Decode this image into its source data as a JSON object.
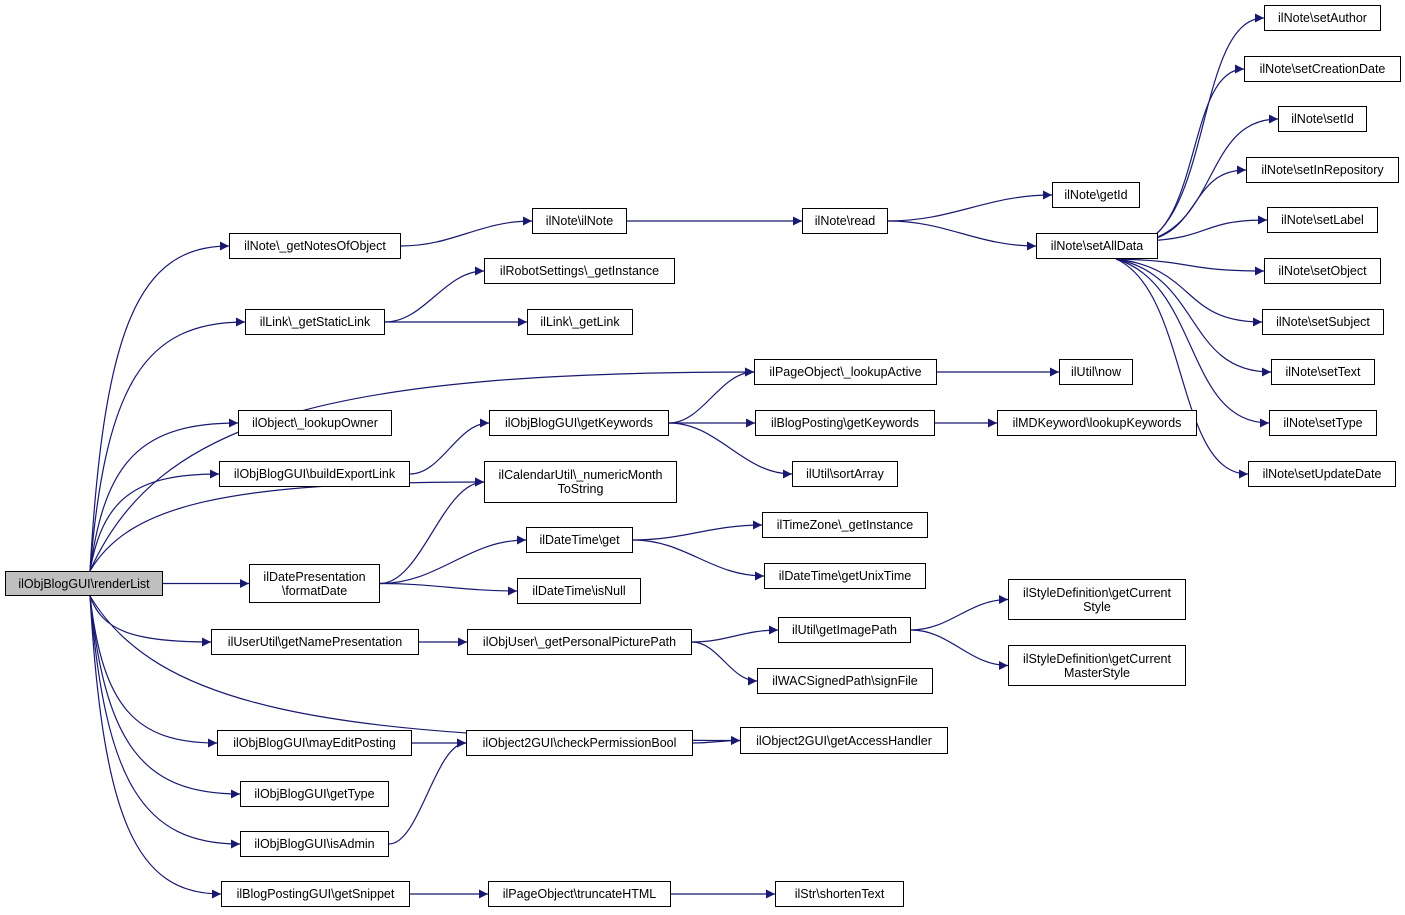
{
  "colors": {
    "edge": "#191970",
    "node_border": "#000000",
    "node_fill": "#ffffff",
    "root_fill": "#bfbfbf"
  },
  "nodes": {
    "root": [
      "ilObjBlogGUI\\renderList"
    ],
    "getNotesOfObject": [
      "ilNote\\_getNotesOfObject"
    ],
    "ilNote_ctor": [
      "ilNote\\ilNote"
    ],
    "ilNote_read": [
      "ilNote\\read"
    ],
    "ilNote_getId": [
      "ilNote\\getId"
    ],
    "setAllData": [
      "ilNote\\setAllData"
    ],
    "setAuthor": [
      "ilNote\\setAuthor"
    ],
    "setCreationDate": [
      "ilNote\\setCreationDate"
    ],
    "setId": [
      "ilNote\\setId"
    ],
    "setInRepository": [
      "ilNote\\setInRepository"
    ],
    "setLabel": [
      "ilNote\\setLabel"
    ],
    "setObject": [
      "ilNote\\setObject"
    ],
    "setSubject": [
      "ilNote\\setSubject"
    ],
    "setText": [
      "ilNote\\setText"
    ],
    "setType": [
      "ilNote\\setType"
    ],
    "setUpdateDate": [
      "ilNote\\setUpdateDate"
    ],
    "robotGetInstance": [
      "ilRobotSettings\\_getInstance"
    ],
    "getStaticLink": [
      "ilLink\\_getStaticLink"
    ],
    "getLink": [
      "ilLink\\_getLink"
    ],
    "lookupActive": [
      "ilPageObject\\_lookupActive"
    ],
    "utilNow": [
      "ilUtil\\now"
    ],
    "lookupOwner": [
      "ilObject\\_lookupOwner"
    ],
    "objGetKeywords": [
      "ilObjBlogGUI\\getKeywords"
    ],
    "postingGetKeywords": [
      "ilBlogPosting\\getKeywords"
    ],
    "lookupKeywords": [
      "ilMDKeyword\\lookupKeywords"
    ],
    "buildExportLink": [
      "ilObjBlogGUI\\buildExportLink"
    ],
    "sortArray": [
      "ilUtil\\sortArray"
    ],
    "numericMonth": [
      "ilCalendarUtil\\_numericMonth",
      "ToString"
    ],
    "tzGetInstance": [
      "ilTimeZone\\_getInstance"
    ],
    "dateTimeGet": [
      "ilDateTime\\get"
    ],
    "formatDate": [
      "ilDatePresentation",
      "\\formatDate"
    ],
    "getUnixTime": [
      "ilDateTime\\getUnixTime"
    ],
    "isNull": [
      "ilDateTime\\isNull"
    ],
    "styleCurrent": [
      "ilStyleDefinition\\getCurrent",
      "Style"
    ],
    "getNamePres": [
      "ilUserUtil\\getNamePresentation"
    ],
    "getPictPath": [
      "ilObjUser\\_getPersonalPicturePath"
    ],
    "getImagePath": [
      "ilUtil\\getImagePath"
    ],
    "styleMaster": [
      "ilStyleDefinition\\getCurrent",
      "MasterStyle"
    ],
    "signFile": [
      "ilWACSignedPath\\signFile"
    ],
    "mayEdit": [
      "ilObjBlogGUI\\mayEditPosting"
    ],
    "checkPerm": [
      "ilObject2GUI\\checkPermissionBool"
    ],
    "getAccessHandler": [
      "ilObject2GUI\\getAccessHandler"
    ],
    "getType": [
      "ilObjBlogGUI\\getType"
    ],
    "isAdmin": [
      "ilObjBlogGUI\\isAdmin"
    ],
    "getSnippet": [
      "ilBlogPostingGUI\\getSnippet"
    ],
    "truncateHTML": [
      "ilPageObject\\truncateHTML"
    ],
    "shortenText": [
      "ilStr\\shortenText"
    ]
  },
  "edges": [
    [
      "root",
      "getNotesOfObject"
    ],
    [
      "root",
      "getStaticLink"
    ],
    [
      "root",
      "lookupActive"
    ],
    [
      "root",
      "lookupOwner"
    ],
    [
      "root",
      "buildExportLink"
    ],
    [
      "root",
      "numericMonth"
    ],
    [
      "root",
      "formatDate"
    ],
    [
      "root",
      "getNamePres"
    ],
    [
      "root",
      "getAccessHandler"
    ],
    [
      "root",
      "mayEdit"
    ],
    [
      "root",
      "getType"
    ],
    [
      "root",
      "isAdmin"
    ],
    [
      "root",
      "getSnippet"
    ],
    [
      "getNotesOfObject",
      "ilNote_ctor"
    ],
    [
      "ilNote_ctor",
      "ilNote_read"
    ],
    [
      "ilNote_read",
      "ilNote_getId"
    ],
    [
      "ilNote_read",
      "setAllData"
    ],
    [
      "setAllData",
      "setAuthor"
    ],
    [
      "setAllData",
      "setCreationDate"
    ],
    [
      "setAllData",
      "setId"
    ],
    [
      "setAllData",
      "setInRepository"
    ],
    [
      "setAllData",
      "setLabel"
    ],
    [
      "setAllData",
      "setObject"
    ],
    [
      "setAllData",
      "setSubject"
    ],
    [
      "setAllData",
      "setText"
    ],
    [
      "setAllData",
      "setType"
    ],
    [
      "setAllData",
      "setUpdateDate"
    ],
    [
      "getStaticLink",
      "robotGetInstance"
    ],
    [
      "getStaticLink",
      "getLink"
    ],
    [
      "lookupActive",
      "utilNow"
    ],
    [
      "buildExportLink",
      "objGetKeywords"
    ],
    [
      "objGetKeywords",
      "lookupActive"
    ],
    [
      "objGetKeywords",
      "postingGetKeywords"
    ],
    [
      "objGetKeywords",
      "sortArray"
    ],
    [
      "postingGetKeywords",
      "lookupKeywords"
    ],
    [
      "formatDate",
      "numericMonth"
    ],
    [
      "formatDate",
      "dateTimeGet"
    ],
    [
      "formatDate",
      "isNull"
    ],
    [
      "dateTimeGet",
      "tzGetInstance"
    ],
    [
      "dateTimeGet",
      "getUnixTime"
    ],
    [
      "getNamePres",
      "getPictPath"
    ],
    [
      "getPictPath",
      "getImagePath"
    ],
    [
      "getPictPath",
      "signFile"
    ],
    [
      "getImagePath",
      "styleCurrent"
    ],
    [
      "getImagePath",
      "styleMaster"
    ],
    [
      "mayEdit",
      "checkPerm"
    ],
    [
      "checkPerm",
      "getAccessHandler"
    ],
    [
      "isAdmin",
      "checkPerm"
    ],
    [
      "getSnippet",
      "truncateHTML"
    ],
    [
      "truncateHTML",
      "shortenText"
    ]
  ]
}
